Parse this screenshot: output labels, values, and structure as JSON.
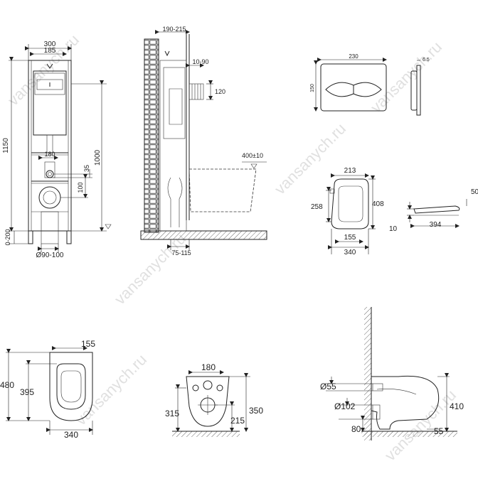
{
  "watermark": "vansanych.ru",
  "frame_front": {
    "width_total": "300",
    "width_inner": "185",
    "height_total": "1150",
    "height_outlet": "1000",
    "pipe_spacing": "180",
    "pipe_offset": "35",
    "drain_offset": "100",
    "leg_range": "0-200",
    "drain_diameter": "Ø90-100"
  },
  "frame_side": {
    "depth": "190-215",
    "flush_offset": "10-90",
    "tank_size": "120",
    "bowl_height": "400±10",
    "wall_gap": "75-115"
  },
  "flush_plate": {
    "width": "230",
    "height": "150",
    "thickness": "6.5"
  },
  "seat": {
    "top_width": "213",
    "length": "408",
    "hinge_length": "258",
    "bottom_width": "155",
    "total_width": "340",
    "side_length": "394",
    "thickness": "10",
    "side_height": "50"
  },
  "bowl_top": {
    "top_width": "155",
    "total_length": "480",
    "inner_length": "395",
    "width": "340"
  },
  "bowl_back": {
    "bolt_spacing": "180",
    "height_total": "350",
    "height_outlet_center": "315",
    "outlet_height": "215"
  },
  "bowl_side": {
    "inlet_diameter": "Ø55",
    "outlet_diameter": "Ø102",
    "outlet_height": "80",
    "height": "410",
    "floor_offset": "55"
  }
}
